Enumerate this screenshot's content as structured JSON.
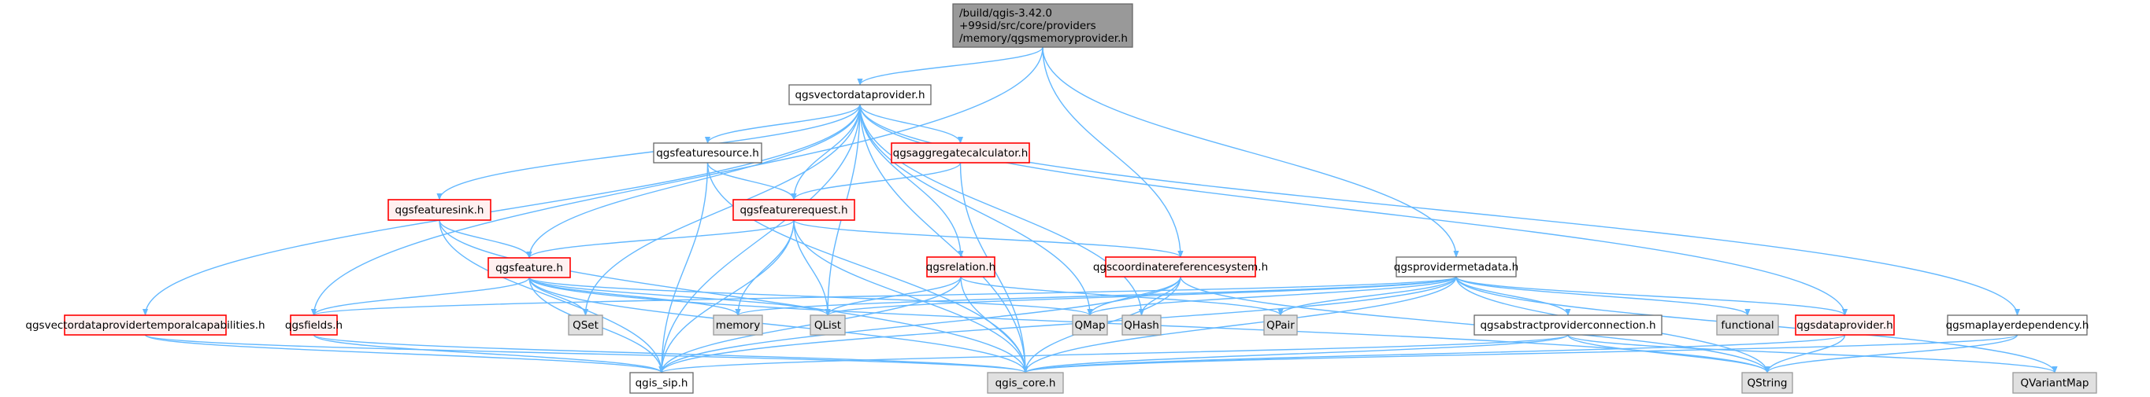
{
  "title": "Include dependency graph for qgsmemoryprovider.h",
  "colors": {
    "edge": "#63b8ff",
    "root_fill": "#999999",
    "root_border": "#666666",
    "project_fill": "#ffffff",
    "project_border": "#666666",
    "truncated_fill": "#fff0f0",
    "truncated_border": "#ff0000",
    "external_fill": "#e0e0e0",
    "external_border": "#999999"
  },
  "nodes": [
    {
      "id": "root",
      "kind": "root",
      "lines": [
        "/build/qgis-3.42.0",
        "+99sid/src/core/providers",
        "/memory/qgsmemoryprovider.h"
      ]
    },
    {
      "id": "vdp",
      "kind": "project",
      "lines": [
        "qgsvectordataprovider.h"
      ]
    },
    {
      "id": "fsrc",
      "kind": "project",
      "lines": [
        "qgsfeaturesource.h"
      ]
    },
    {
      "id": "aggc",
      "kind": "truncated",
      "lines": [
        "qgsaggregatecalculator.h"
      ]
    },
    {
      "id": "freq",
      "kind": "truncated",
      "lines": [
        "qgsfeaturerequest.h"
      ]
    },
    {
      "id": "fsink",
      "kind": "truncated",
      "lines": [
        "qgsfeaturesink.h"
      ]
    },
    {
      "id": "feat",
      "kind": "truncated",
      "lines": [
        "qgsfeature.h"
      ]
    },
    {
      "id": "rel",
      "kind": "truncated",
      "lines": [
        "qgsrelation.h"
      ]
    },
    {
      "id": "crs",
      "kind": "truncated",
      "lines": [
        "qgscoordinatereferencesystem.h"
      ]
    },
    {
      "id": "pmeta",
      "kind": "project",
      "lines": [
        "qgsprovidermetadata.h"
      ]
    },
    {
      "id": "vdptc",
      "kind": "truncated",
      "lines": [
        "qgsvectordataprovidertemporalcapabilities.h"
      ]
    },
    {
      "id": "fields",
      "kind": "truncated",
      "lines": [
        "qgsfields.h"
      ]
    },
    {
      "id": "qset",
      "kind": "external",
      "lines": [
        "QSet"
      ]
    },
    {
      "id": "memory",
      "kind": "external",
      "lines": [
        "memory"
      ]
    },
    {
      "id": "qlist",
      "kind": "external",
      "lines": [
        "QList"
      ]
    },
    {
      "id": "qmap",
      "kind": "external",
      "lines": [
        "QMap"
      ]
    },
    {
      "id": "qhash",
      "kind": "external",
      "lines": [
        "QHash"
      ]
    },
    {
      "id": "qpair",
      "kind": "external",
      "lines": [
        "QPair"
      ]
    },
    {
      "id": "apc",
      "kind": "project",
      "lines": [
        "qgsabstractproviderconnection.h"
      ]
    },
    {
      "id": "functional",
      "kind": "external",
      "lines": [
        "functional"
      ]
    },
    {
      "id": "dprov",
      "kind": "truncated",
      "lines": [
        "qgsdataprovider.h"
      ]
    },
    {
      "id": "mld",
      "kind": "project",
      "lines": [
        "qgsmaplayerdependency.h"
      ]
    },
    {
      "id": "sip",
      "kind": "project",
      "lines": [
        "qgis_sip.h"
      ]
    },
    {
      "id": "core",
      "kind": "external",
      "lines": [
        "qgis_core.h"
      ]
    },
    {
      "id": "qstring",
      "kind": "external",
      "lines": [
        "QString"
      ]
    },
    {
      "id": "qvmap",
      "kind": "external",
      "lines": [
        "QVariantMap"
      ]
    }
  ],
  "edges": [
    [
      "root",
      "vdp"
    ],
    [
      "root",
      "fields"
    ],
    [
      "root",
      "crs"
    ],
    [
      "root",
      "pmeta"
    ],
    [
      "vdp",
      "sip"
    ],
    [
      "vdp",
      "core"
    ],
    [
      "vdp",
      "fsrc"
    ],
    [
      "vdp",
      "aggc"
    ],
    [
      "vdp",
      "freq"
    ],
    [
      "vdp",
      "fsink"
    ],
    [
      "vdp",
      "feat"
    ],
    [
      "vdp",
      "rel"
    ],
    [
      "vdp",
      "vdptc"
    ],
    [
      "vdp",
      "qset"
    ],
    [
      "vdp",
      "qlist"
    ],
    [
      "vdp",
      "qmap"
    ],
    [
      "vdp",
      "qhash"
    ],
    [
      "vdp",
      "dprov"
    ],
    [
      "vdp",
      "mld"
    ],
    [
      "fsrc",
      "freq"
    ],
    [
      "fsrc",
      "sip"
    ],
    [
      "fsrc",
      "core"
    ],
    [
      "aggc",
      "freq"
    ],
    [
      "aggc",
      "core"
    ],
    [
      "freq",
      "feat"
    ],
    [
      "freq",
      "crs"
    ],
    [
      "freq",
      "sip"
    ],
    [
      "freq",
      "core"
    ],
    [
      "freq",
      "memory"
    ],
    [
      "freq",
      "qlist"
    ],
    [
      "fsink",
      "feat"
    ],
    [
      "fsink",
      "sip"
    ],
    [
      "fsink",
      "core"
    ],
    [
      "feat",
      "fields"
    ],
    [
      "feat",
      "qset"
    ],
    [
      "feat",
      "memory"
    ],
    [
      "feat",
      "qlist"
    ],
    [
      "feat",
      "qmap"
    ],
    [
      "feat",
      "sip"
    ],
    [
      "feat",
      "core"
    ],
    [
      "feat",
      "qstring"
    ],
    [
      "rel",
      "qlist"
    ],
    [
      "rel",
      "qpair"
    ],
    [
      "rel",
      "sip"
    ],
    [
      "rel",
      "core"
    ],
    [
      "crs",
      "qmap"
    ],
    [
      "crs",
      "qhash"
    ],
    [
      "crs",
      "sip"
    ],
    [
      "crs",
      "core"
    ],
    [
      "crs",
      "qstring"
    ],
    [
      "pmeta",
      "fields"
    ],
    [
      "pmeta",
      "memory"
    ],
    [
      "pmeta",
      "qlist"
    ],
    [
      "pmeta",
      "qmap"
    ],
    [
      "pmeta",
      "qpair"
    ],
    [
      "pmeta",
      "apc"
    ],
    [
      "pmeta",
      "functional"
    ],
    [
      "pmeta",
      "dprov"
    ],
    [
      "pmeta",
      "sip"
    ],
    [
      "pmeta",
      "core"
    ],
    [
      "pmeta",
      "qstring"
    ],
    [
      "pmeta",
      "qvmap"
    ],
    [
      "vdptc",
      "sip"
    ],
    [
      "vdptc",
      "core"
    ],
    [
      "fields",
      "sip"
    ],
    [
      "fields",
      "core"
    ],
    [
      "apc",
      "sip"
    ],
    [
      "apc",
      "core"
    ],
    [
      "apc",
      "qstring"
    ],
    [
      "apc",
      "qvmap"
    ],
    [
      "dprov",
      "core"
    ],
    [
      "dprov",
      "qstring"
    ],
    [
      "mld",
      "core"
    ],
    [
      "mld",
      "qstring"
    ]
  ]
}
